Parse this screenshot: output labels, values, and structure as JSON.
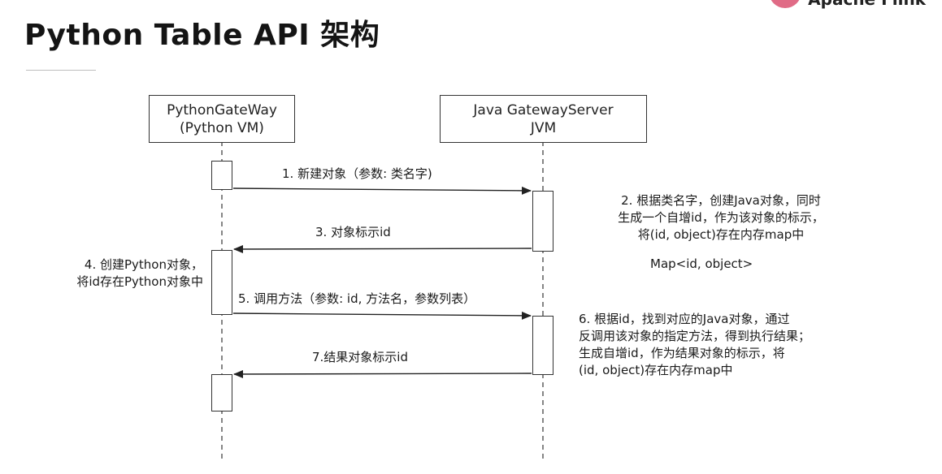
{
  "header": {
    "title": "Python Table API 架构",
    "brand": "Apache Flink"
  },
  "participants": [
    {
      "lines": [
        "PythonGateWay",
        "(Python VM)"
      ]
    },
    {
      "lines": [
        "Java GatewayServer",
        "JVM"
      ]
    }
  ],
  "messages": [
    {
      "label": "1. 新建对象（参数: 类名字)"
    },
    {
      "label": "3. 对象标示id"
    },
    {
      "label": "5. 调用方法（参数: id, 方法名，参数列表）"
    },
    {
      "label": "7.结果对象标示id"
    }
  ],
  "notes": {
    "step2": [
      "2. 根据类名字，创建Java对象，同时",
      "生成一个自增id，作为该对象的标示，",
      "将(id, object)存在内存map中"
    ],
    "map": "Map<id, object>",
    "step4": [
      "4. 创建Python对象，",
      "将id存在Python对象中"
    ],
    "step6": [
      "6. 根据id，找到对应的Java对象，通过",
      "反调用该对象的指定方法，得到执行结果；",
      "生成自增id，作为结果对象的标示，将",
      "(id, object)存在内存map中"
    ]
  }
}
